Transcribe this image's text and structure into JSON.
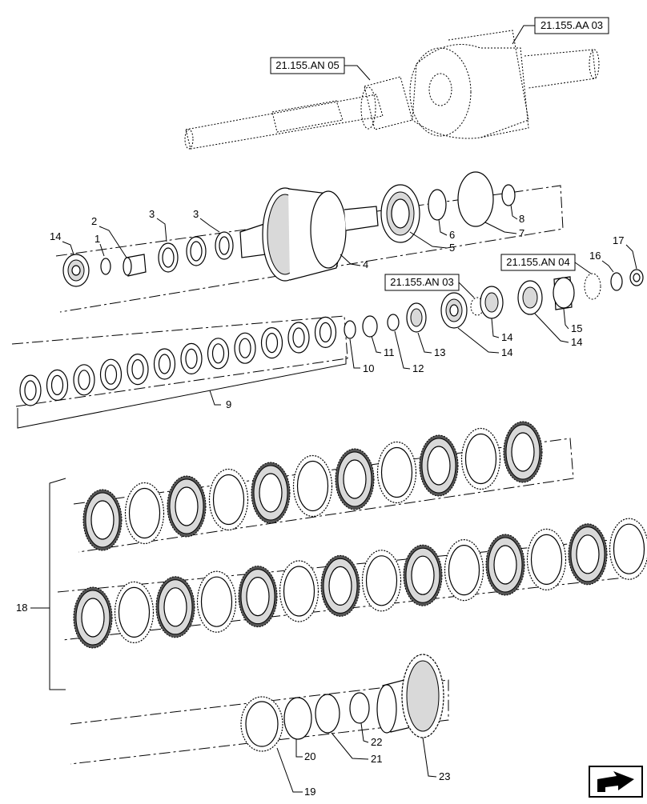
{
  "references": [
    {
      "id": "ref-aa03",
      "text": "21.155.AA 03"
    },
    {
      "id": "ref-an05",
      "text": "21.155.AN 05"
    },
    {
      "id": "ref-an04",
      "text": "21.155.AN 04"
    },
    {
      "id": "ref-an03",
      "text": "21.155.AN 03"
    }
  ],
  "callouts": [
    "1",
    "2",
    "3",
    "3",
    "4",
    "5",
    "6",
    "7",
    "8",
    "9",
    "10",
    "11",
    "12",
    "13",
    "14",
    "14",
    "14",
    "14",
    "15",
    "16",
    "17",
    "18",
    "19",
    "20",
    "21",
    "22",
    "23"
  ],
  "nav_icon": "next-page-arrow-icon"
}
